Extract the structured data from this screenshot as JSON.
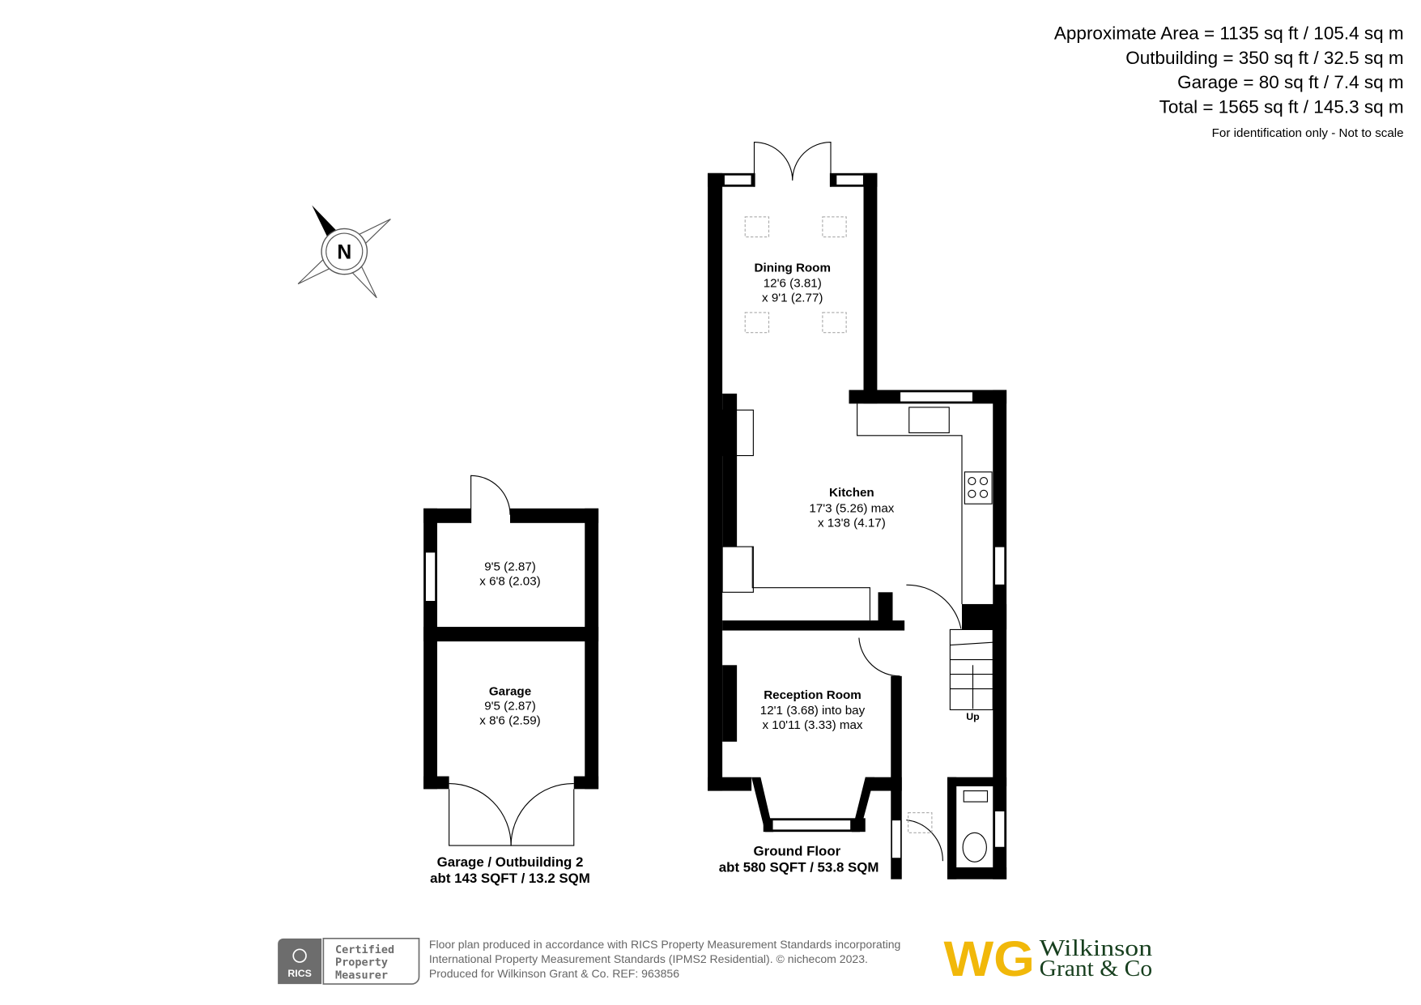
{
  "areas": {
    "approximate": "Approximate Area = 1135 sq ft / 105.4 sq m",
    "outbuilding": "Outbuilding = 350 sq ft / 32.5 sq m",
    "garage": "Garage = 80 sq ft / 7.4 sq m",
    "total": "Total = 1565 sq ft / 145.3 sq m",
    "disclaimer": "For identification only - Not to scale"
  },
  "compass": {
    "label": "N"
  },
  "ground_floor": {
    "title": "Ground Floor",
    "area": "abt 580 SQFT / 53.8 SQM",
    "rooms": {
      "dining": {
        "name": "Dining Room",
        "dim1": "12'6 (3.81)",
        "dim2": "x 9'1 (2.77)"
      },
      "kitchen": {
        "name": "Kitchen",
        "dim1": "17'3 (5.26) max",
        "dim2": "x 13'8 (4.17)"
      },
      "reception": {
        "name": "Reception Room",
        "dim1": "12'1 (3.68) into bay",
        "dim2": "x 10'11 (3.33) max"
      }
    },
    "stairs_label": "Up"
  },
  "outbuilding": {
    "title": "Garage / Outbuilding 2",
    "area": "abt 143 SQFT / 13.2 SQM",
    "store": {
      "dim1": "9'5 (2.87)",
      "dim2": "x 6'8 (2.03)"
    },
    "garage": {
      "name": "Garage",
      "dim1": "9'5 (2.87)",
      "dim2": "x 8'6 (2.59)"
    }
  },
  "footer": {
    "rics_badge": {
      "brand": "RICS",
      "line1": "Certified",
      "line2": "Property",
      "line3": "Measurer"
    },
    "note_line1": "Floor plan produced in accordance with RICS Property Measurement Standards incorporating",
    "note_line2": "International Property Measurement Standards (IPMS2 Residential).   © nichecom 2023.",
    "note_line3": "Produced for Wilkinson Grant & Co.   REF: 963856",
    "logo": {
      "mark": "WG",
      "line1": "Wilkinson",
      "line2": "Grant & Co"
    }
  },
  "colors": {
    "wall": "#000000",
    "logo_gold": "#F1B80A",
    "logo_green": "#173F1E",
    "rics_grey": "#6d6d6d"
  }
}
